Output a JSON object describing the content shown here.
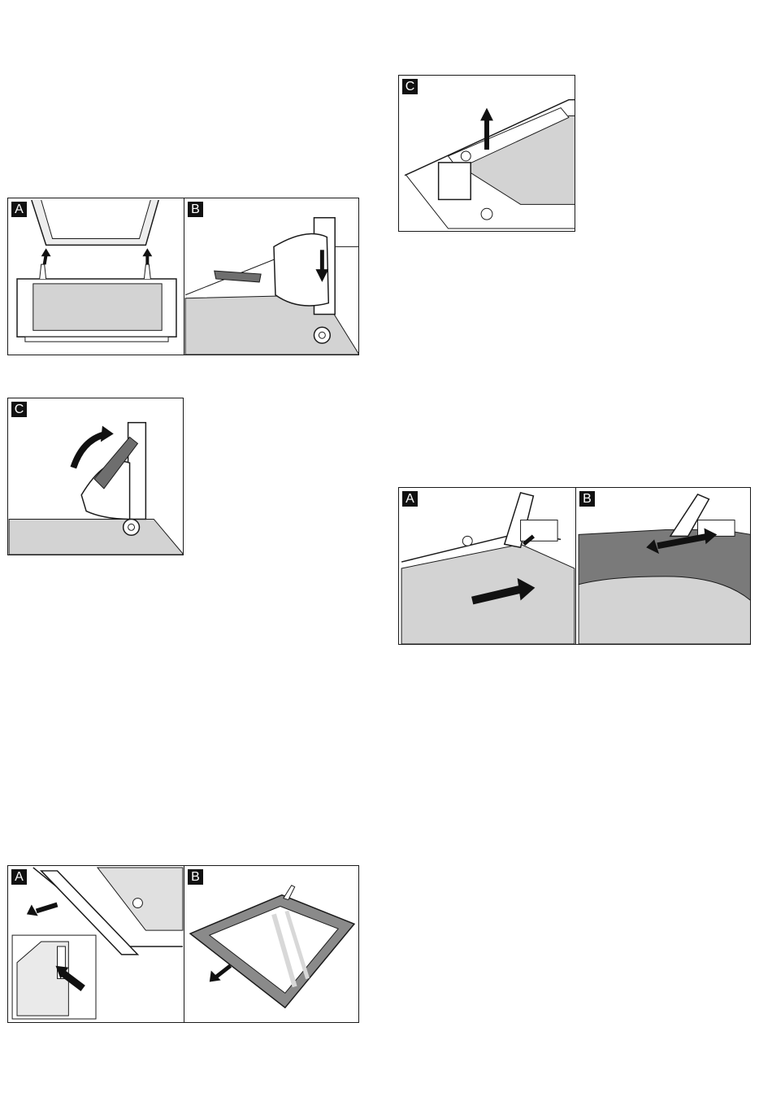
{
  "figures": {
    "fig1": {
      "panels": [
        {
          "label": "A"
        },
        {
          "label": "B"
        }
      ]
    },
    "fig2": {
      "panels": [
        {
          "label": "C"
        }
      ]
    },
    "fig3": {
      "panels": [
        {
          "label": "A"
        },
        {
          "label": "B"
        }
      ]
    },
    "fig4": {
      "panels": [
        {
          "label": "C"
        }
      ]
    },
    "fig5": {
      "panels": [
        {
          "label": "A"
        },
        {
          "label": "B"
        }
      ]
    }
  },
  "colors": {
    "line": "#1a1a1a",
    "fill_light": "#d3d3d3",
    "fill_dark": "#8a8a8a",
    "hinge": "#6e6e6e"
  }
}
